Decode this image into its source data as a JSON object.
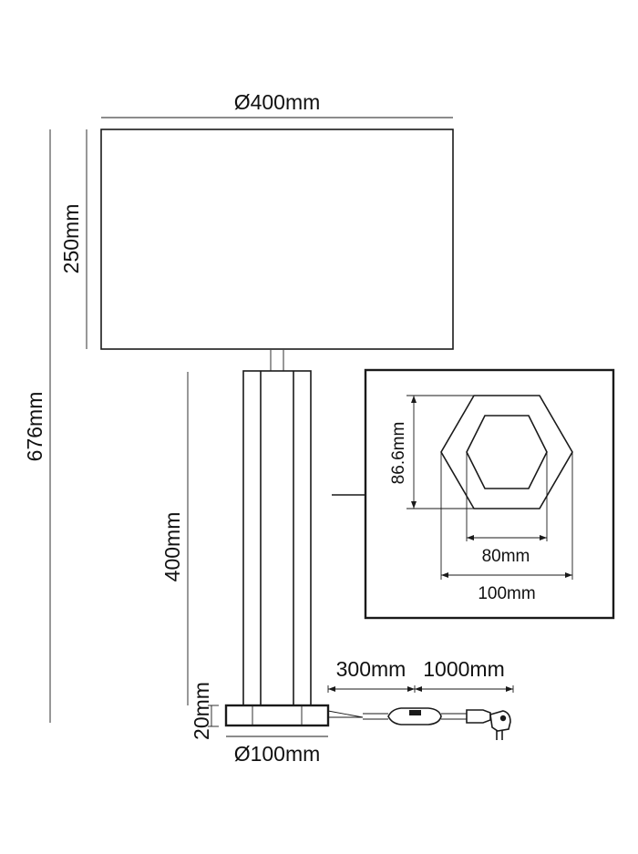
{
  "dimensions": {
    "shade_diameter": "Ø400mm",
    "shade_height": "250mm",
    "total_height": "676mm",
    "body_height": "400mm",
    "base_height": "20mm",
    "base_diameter": "Ø100mm",
    "cable_to_switch": "300mm",
    "cable_to_plug": "1000mm"
  },
  "detail": {
    "hex_height": "86.6mm",
    "inner_width": "80mm",
    "outer_width": "100mm"
  }
}
